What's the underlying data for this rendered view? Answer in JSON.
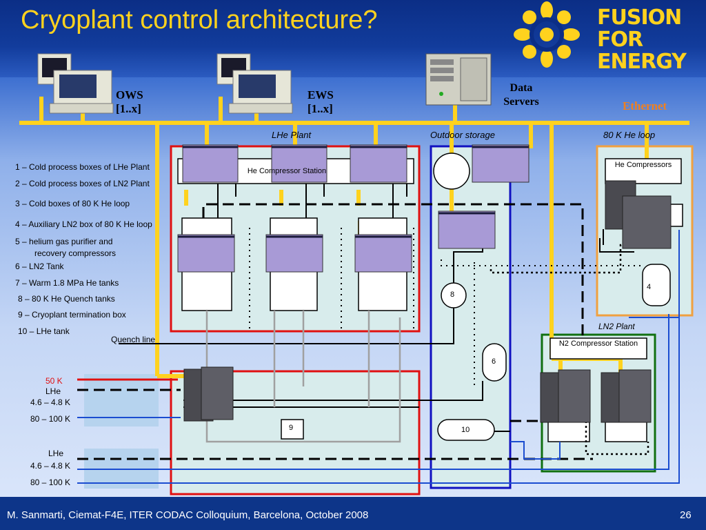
{
  "slide": {
    "title": "Cryoplant control architecture?",
    "logo": "FUSION FOR ENERGY",
    "footer": "M. Sanmarti, Ciemat-F4E, ITER CODAC Colloquium, Barcelona, October 2008",
    "page_number": "26"
  },
  "network": {
    "ows": "OWS",
    "ows_count": "[1..x]",
    "ews": "EWS",
    "ews_count": "[1..x]",
    "data_servers_1": "Data",
    "data_servers_2": "Servers",
    "ethernet": "Ethernet"
  },
  "zones": {
    "lhe_plant": "LHe Plant",
    "outdoor_storage": "Outdoor storage",
    "he_loop": "80 K He loop",
    "ln2_plant": "LN2 Plant"
  },
  "legend": [
    "1 – Cold process boxes of LHe Plant",
    "2 – Cold process boxes of LN2 Plant",
    "3 – Cold boxes of 80 K He loop",
    "4 – Auxiliary LN2 box of 80 K He loop",
    "5 – helium gas purifier and",
    "recovery compressors",
    "6 – LN2 Tank",
    "7 – Warm 1.8 MPa He tanks",
    "8 – 80 K He Quench tanks",
    "9 – Cryoplant termination box",
    "10 – LHe tank"
  ],
  "equipment": {
    "he_compressor_station": "He Compressor Station",
    "he_compressors": "He Compressors",
    "n2_compressor_station": "N2 Compressor Station",
    "tank_4": "4",
    "tank_6": "6",
    "tank_8": "8",
    "tank_9": "9",
    "tank_10": "10"
  },
  "pipes": {
    "quench_line": "Quench line",
    "k50": "50 K",
    "lhe_1": "LHe",
    "temp_1": "4.6 – 4.8 K",
    "temp_2": "80 – 100 K",
    "lhe_2": "LHe",
    "temp_3": "4.6 – 4.8 K",
    "temp_4": "80 – 100 K"
  },
  "colors": {
    "ethernet_bus": "#ffd21e",
    "lhe_plant_border": "#e01010",
    "outdoor_border": "#1010c0",
    "he_loop_border": "#f0a040",
    "ln2_border": "#107010"
  }
}
